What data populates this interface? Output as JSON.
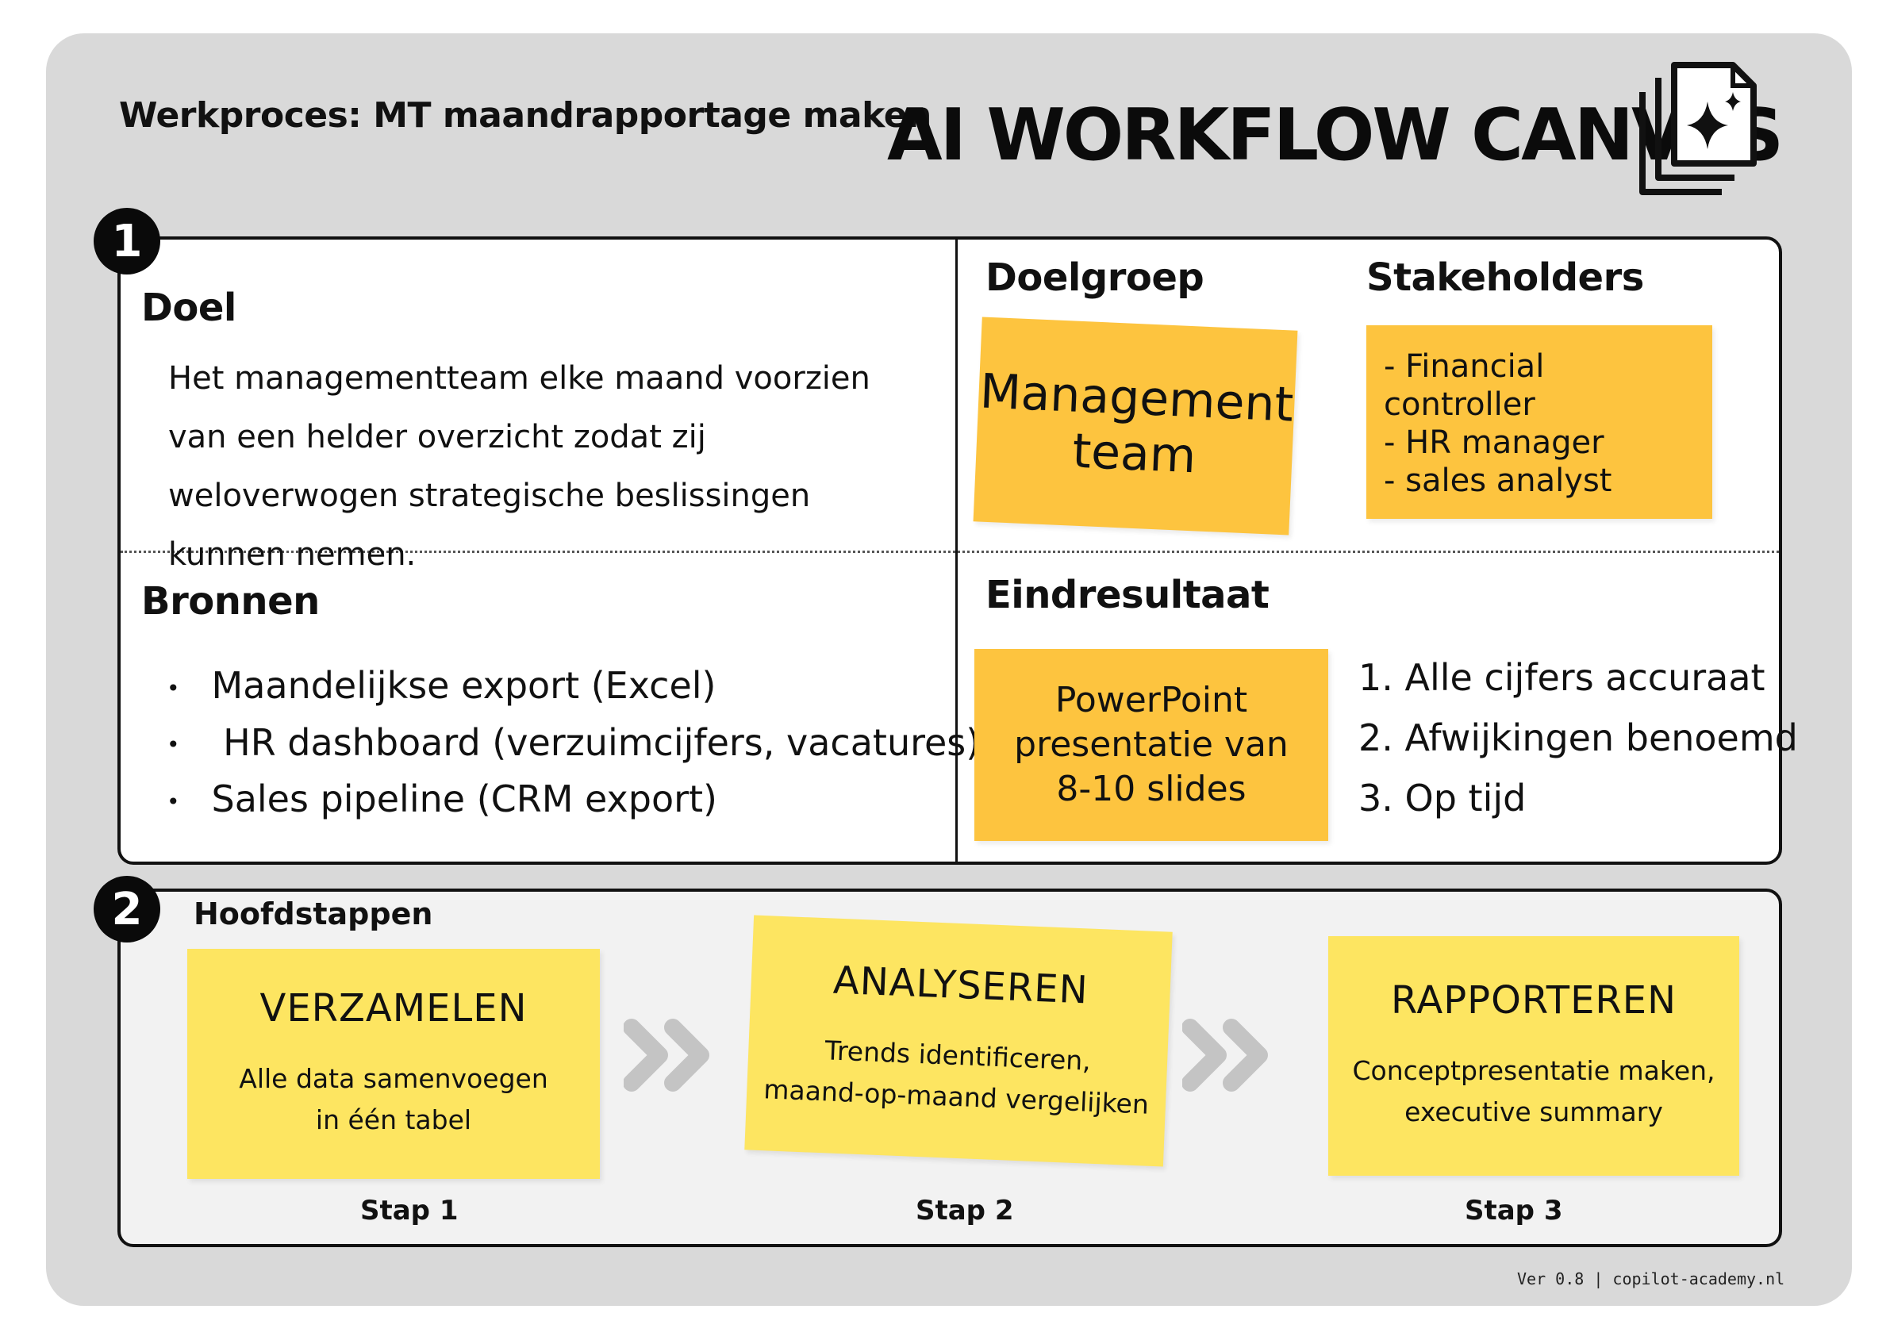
{
  "header": {
    "subtitle": "Werkproces: MT maandrapportage maken",
    "title": "AI WORKFLOW CANVAS",
    "icon": "documents-sparkle-icon"
  },
  "section1": {
    "badge": "1",
    "doel": {
      "heading": "Doel",
      "text": "Het managementteam elke maand voorzien van een helder overzicht zodat zij weloverwogen strategische beslissingen kunnen nemen."
    },
    "doelgroep": {
      "heading": "Doelgroep",
      "note_line1": "Management",
      "note_line2": "team"
    },
    "stakeholders": {
      "heading": "Stakeholders",
      "items": [
        "- Financial controller",
        "- HR manager",
        "- sales analyst"
      ]
    },
    "bronnen": {
      "heading": "Bronnen",
      "items": [
        "Maandelijkse export (Excel)",
        " HR dashboard (verzuimcijfers, vacatures)",
        "Sales pipeline (CRM export)"
      ]
    },
    "eindresultaat": {
      "heading": "Eindresultaat",
      "note_lines": [
        "PowerPoint",
        "presentatie van",
        "8-10 slides"
      ],
      "criteria": [
        "1. Alle cijfers accuraat",
        "2. Afwijkingen benoemd",
        "3. Op tijd"
      ]
    }
  },
  "section2": {
    "badge": "2",
    "heading": "Hoofdstappen",
    "steps": [
      {
        "title": "VERZAMELEN",
        "desc_line1": "Alle data samenvoegen",
        "desc_line2": "in één tabel",
        "label": "Stap 1"
      },
      {
        "title": "ANALYSEREN",
        "desc_line1": "Trends identificeren,",
        "desc_line2": "maand-op-maand vergelijken",
        "label": "Stap 2"
      },
      {
        "title": "RAPPORTEREN",
        "desc_line1": "Conceptpresentatie maken,",
        "desc_line2": "executive summary",
        "label": "Stap 3"
      }
    ]
  },
  "footer": {
    "version": "Ver 0.8 | copilot-academy.nl"
  },
  "colors": {
    "background": "#d9d9d9",
    "orange_note": "#fdc43f",
    "yellow_note": "#fde561",
    "chevron": "#c4c4c4"
  }
}
